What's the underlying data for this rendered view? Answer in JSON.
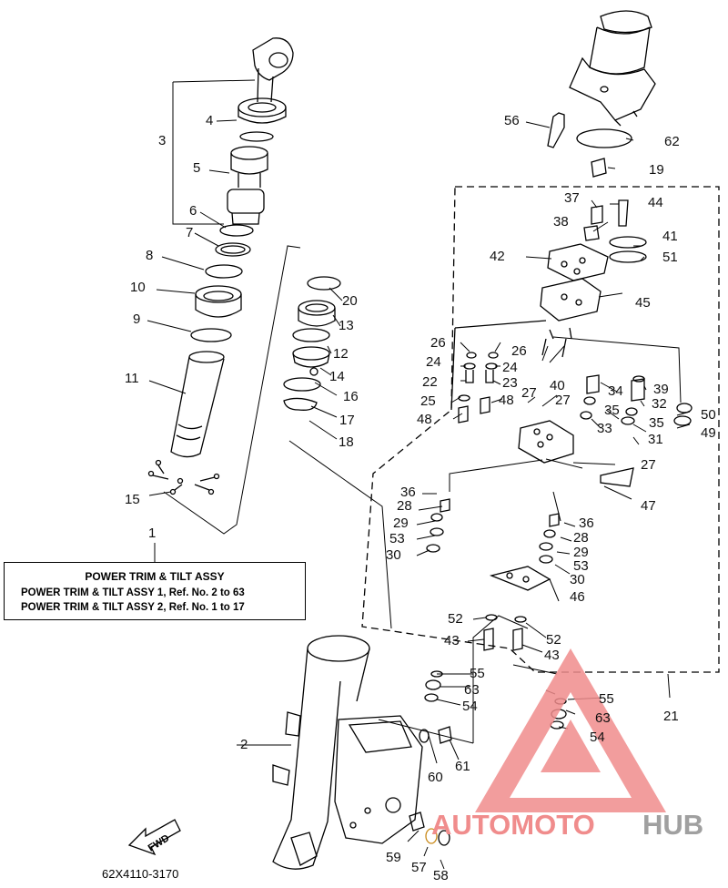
{
  "box": {
    "title": "POWER TRIM & TILT ASSY",
    "line1": "POWER TRIM & TILT ASSY 1,  Ref. No. 2 to 63",
    "line2": "POWER TRIM & TILT ASSY 2,  Ref. No. 1 to 17"
  },
  "diagram_code": "62X4110-3170",
  "fwd_label": "FWD",
  "watermark": {
    "part1": "AUTOMOTO",
    "part2": "HUB",
    "color_main": "#f08c8c",
    "color_hub": "#a0a0a0"
  },
  "callouts": {
    "c1": "1",
    "c2": "2",
    "c3": "3",
    "c4": "4",
    "c5": "5",
    "c6": "6",
    "c7": "7",
    "c8": "8",
    "c9": "9",
    "c10": "10",
    "c11": "11",
    "c12": "12",
    "c13": "13",
    "c14": "14",
    "c15": "15",
    "c16": "16",
    "c17": "17",
    "c18": "18",
    "c19": "19",
    "c20": "20",
    "c21": "21",
    "c22": "22",
    "c23": "23",
    "c24a": "24",
    "c24b": "24",
    "c25": "25",
    "c26a": "26",
    "c26b": "26",
    "c27a": "27",
    "c27b": "27",
    "c27c": "27",
    "c28a": "28",
    "c28b": "28",
    "c29a": "29",
    "c29b": "29",
    "c30a": "30",
    "c30b": "30",
    "c31": "31",
    "c32": "32",
    "c33": "33",
    "c34": "34",
    "c35a": "35",
    "c35b": "35",
    "c36a": "36",
    "c36b": "36",
    "c37": "37",
    "c38": "38",
    "c39": "39",
    "c40": "40",
    "c41": "41",
    "c42": "42",
    "c43a": "43",
    "c43b": "43",
    "c44": "44",
    "c45": "45",
    "c46": "46",
    "c47": "47",
    "c48a": "48",
    "c48b": "48",
    "c49": "49",
    "c50": "50",
    "c51": "51",
    "c52a": "52",
    "c52b": "52",
    "c53a": "53",
    "c53b": "53",
    "c54a": "54",
    "c54b": "54",
    "c55a": "55",
    "c55b": "55",
    "c56": "56",
    "c57": "57",
    "c58": "58",
    "c59": "59",
    "c60": "60",
    "c61": "61",
    "c62": "62",
    "c63a": "63",
    "c63b": "63"
  }
}
